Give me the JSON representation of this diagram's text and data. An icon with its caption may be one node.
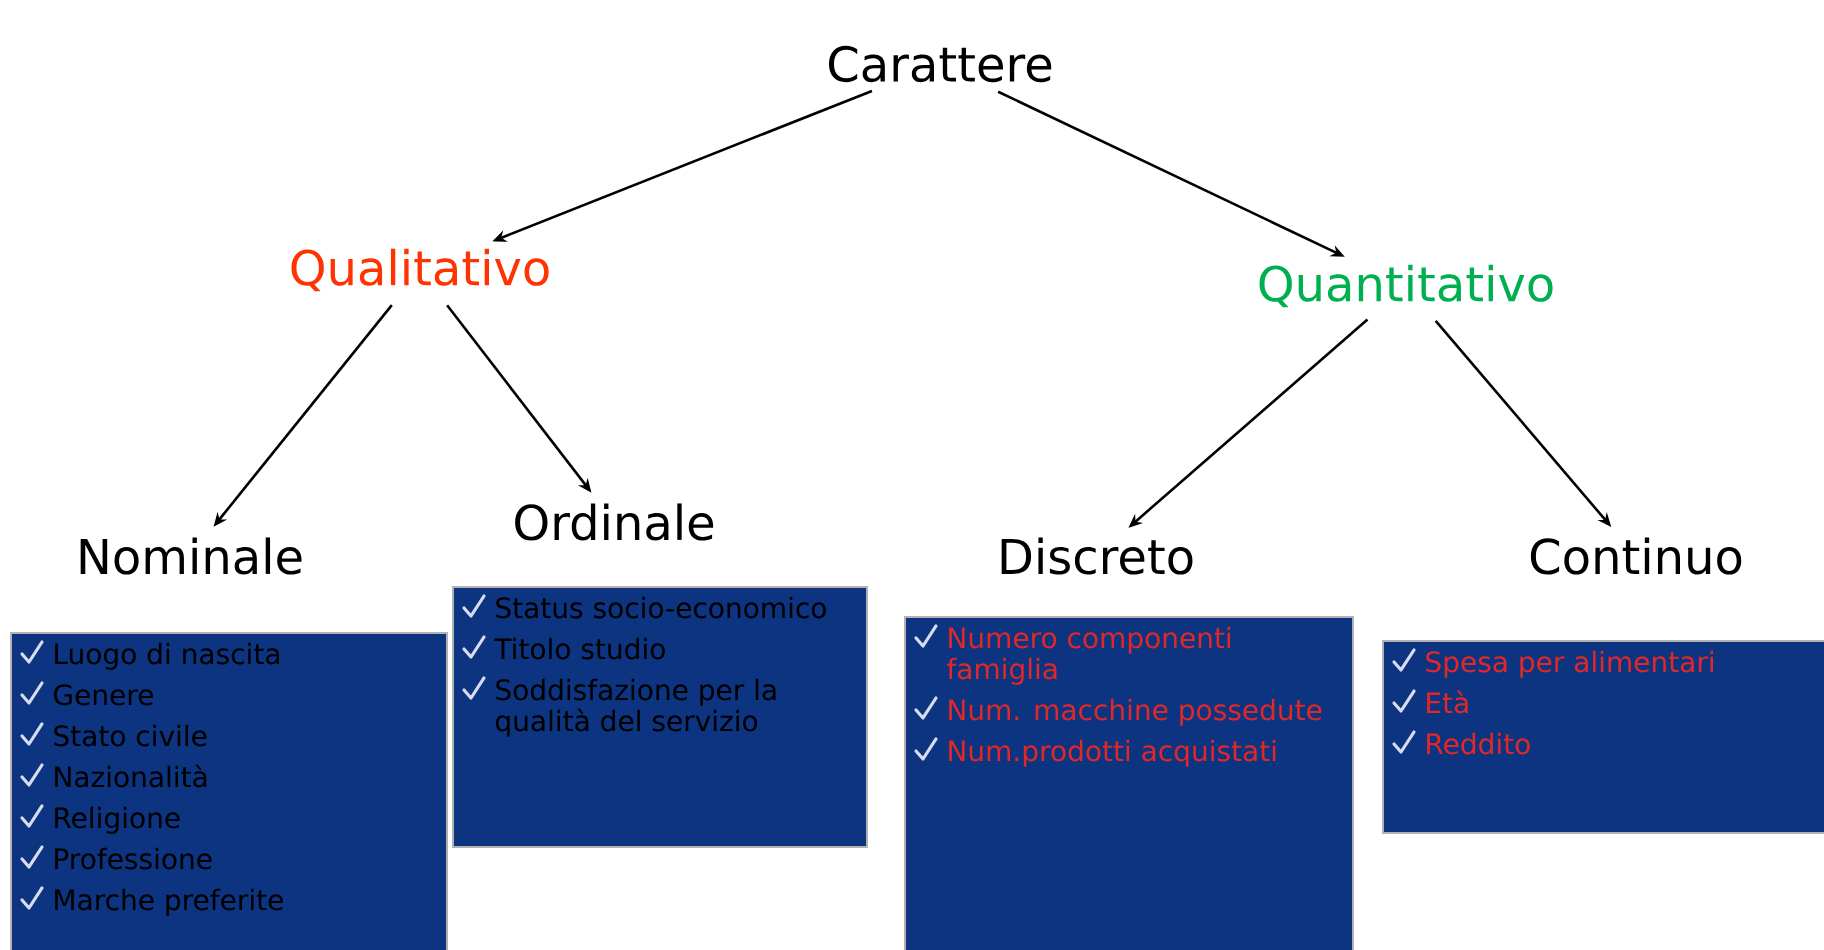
{
  "diagram": {
    "nodes": [
      {
        "text": [
          "Carattere"
        ]
      },
      {
        "text": [
          "Qualitativo"
        ]
      },
      {
        "text": [
          "Quantitativo"
        ]
      },
      {
        "text": [
          "Nominale"
        ]
      },
      {
        "text": [
          "Ordinale"
        ]
      },
      {
        "text": [
          "Discreto"
        ]
      },
      {
        "text": [
          "Continuo"
        ]
      },
      {
        "text": [
          "Luogo di nascita",
          "Genere",
          "Stato civile",
          "Nazionalità",
          "Religione",
          "Professione",
          "Marche preferite"
        ]
      },
      {
        "text": [
          "Status socio-economico",
          "Titolo studio",
          "Soddisfazione per la qualità del servizio"
        ]
      },
      {
        "text": [
          "Numero componenti famiglia",
          "Num. macchine possedute",
          "Num.prodotti acquistati"
        ]
      },
      {
        "text": [
          "Spesa per alimentari",
          "Età",
          "Reddito"
        ]
      }
    ],
    "edges": [
      {
        "from": 0,
        "to": 1,
        "arrow": "to"
      },
      {
        "from": 0,
        "to": 2,
        "arrow": "to"
      },
      {
        "from": 1,
        "to": 3,
        "arrow": "to"
      },
      {
        "from": 1,
        "to": 4,
        "arrow": "to"
      },
      {
        "from": 2,
        "to": 5,
        "arrow": "to"
      },
      {
        "from": 2,
        "to": 6,
        "arrow": "to"
      }
    ]
  }
}
